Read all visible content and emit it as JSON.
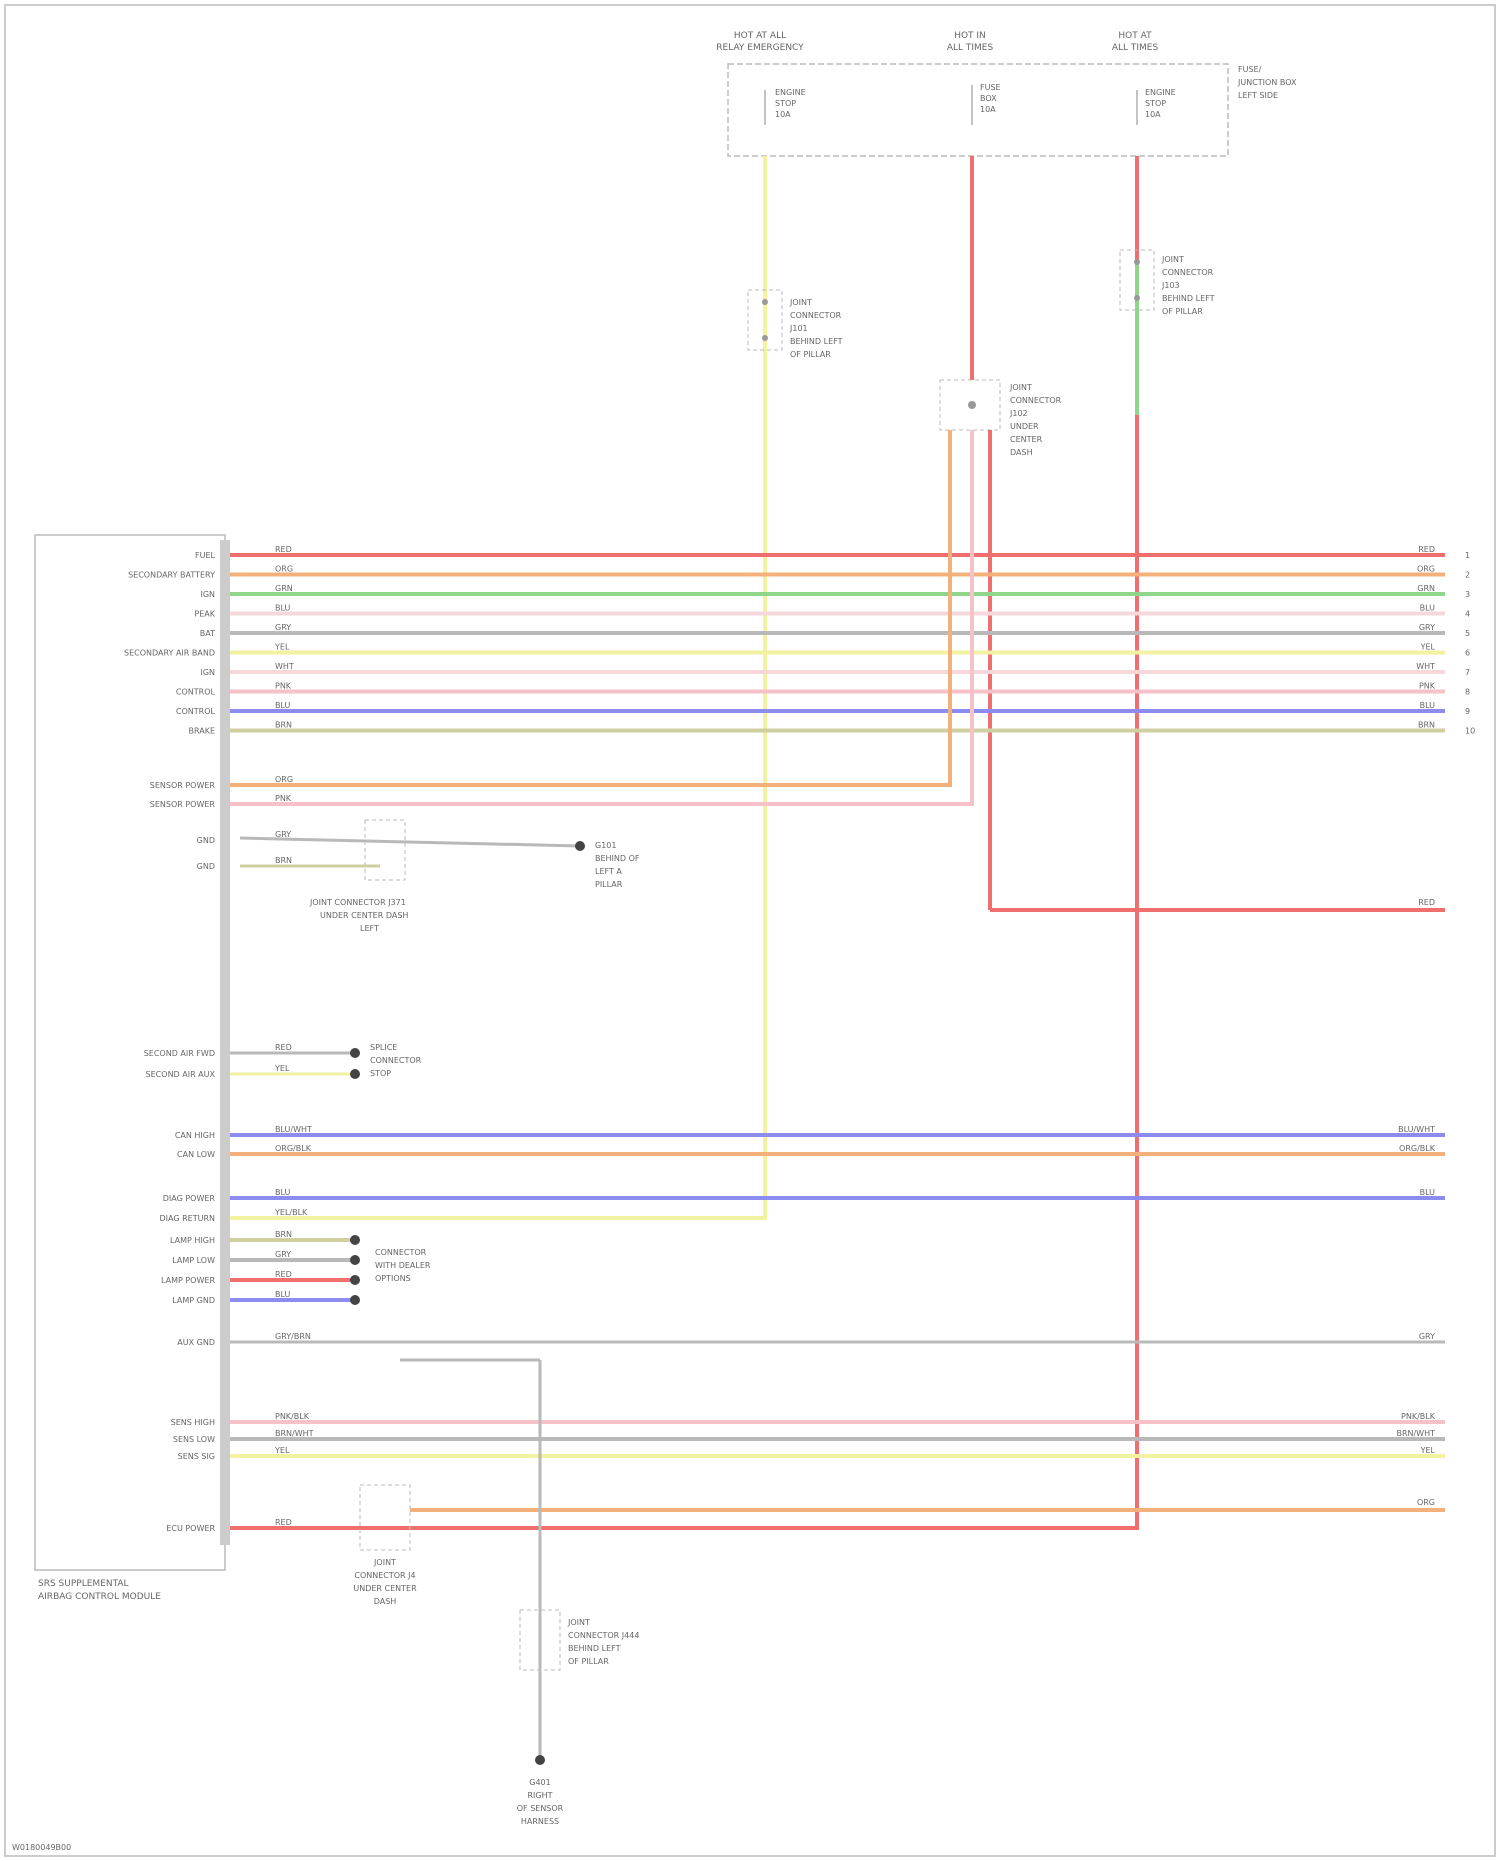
{
  "wire_colors": {
    "red": "#ef6f6f",
    "orange": "#f3b07a",
    "green": "#8fd68a",
    "yellow": "#f2f2a0",
    "pink": "#f6c2c8",
    "blue": "#8c8cf0",
    "gray": "#b9b9b9",
    "olive": "#cfcfa0",
    "lightpink": "#f5d7dc"
  },
  "top_fuses": [
    {
      "title": "HOT AT ALL\nRELAY EMERGENCY",
      "fuse": "ENGINE\nSTOP\n10A"
    },
    {
      "title": "HOT IN\nALL TIMES",
      "fuse": "FUSE\nBOX\n10A"
    },
    {
      "title": "HOT AT\nALL TIMES",
      "fuse": "ENGINE\nSTOP\n10A"
    }
  ],
  "fuse_block_label": "FUSE/\nJUNCTION BOX\nLEFT SIDE",
  "joint_connectors": {
    "jc1": "JOINT\nCONNECTOR\nJ101\nBEHIND LEFT\nOF PILLAR",
    "jc2": "JOINT\nCONNECTOR\nJ102\nUNDER\nCENTER\nDASH",
    "jc3": "JOINT\nCONNECTOR\nJ103\nBEHIND LEFT\nOF PILLAR",
    "jc_mid": "JOINT CONNECTOR J371\nUNDER CENTER DASH\nLEFT",
    "jc_bottom": "JOINT\nCONNECTOR J4\nUNDER CENTER\nDASH",
    "jc_lower": "JOINT\nCONNECTOR J444\nBEHIND LEFT\nOF PILLAR"
  },
  "module_label": "SRS SUPPLEMENTAL\nAIRBAG CONTROL MODULE",
  "left_pins": [
    {
      "name": "FUEL",
      "wire": "RED",
      "color": "red",
      "right": "RED"
    },
    {
      "name": "SECONDARY BATTERY",
      "wire": "ORG",
      "color": "orange",
      "right": "ORG"
    },
    {
      "name": "IGN",
      "wire": "GRN",
      "color": "green",
      "right": "GRN"
    },
    {
      "name": "PEAK",
      "wire": "BLU",
      "color": "lightpink",
      "right": "BLU"
    },
    {
      "name": "BAT",
      "wire": "GRY",
      "color": "gray",
      "right": "GRY"
    },
    {
      "name": "SECONDARY AIR BAND",
      "wire": "YEL",
      "color": "yellow",
      "right": "YEL"
    },
    {
      "name": "IGN",
      "wire": "WHT",
      "color": "lightpink",
      "right": "WHT"
    },
    {
      "name": "CONTROL",
      "wire": "PNK",
      "color": "pink",
      "right": "PNK"
    },
    {
      "name": "CONTROL",
      "wire": "BLU",
      "color": "blue",
      "right": "BLU"
    },
    {
      "name": "BRAKE",
      "wire": "BRN",
      "color": "olive",
      "right": "BRN"
    }
  ],
  "sensor_pins": [
    {
      "name": "SENSOR POWER",
      "wire": "ORG"
    },
    {
      "name": "SENSOR POWER",
      "wire": "PNK"
    }
  ],
  "ground_pins": [
    {
      "name": "GND",
      "wire": "GRY"
    },
    {
      "name": "GND",
      "wire": "BRN"
    }
  ],
  "ground_label": "G101\nBEHIND OF\nLEFT A\nPILLAR",
  "splice_conn_label": "SPLICE\nCONNECTOR\nSTOP",
  "splice_conn_label2": "CONNECTOR\nWITH DEALER\nOPTIONS",
  "splice_conn_label3": "CONNECTOR\nWITH DEALER\nOPTIONS",
  "data_pins": [
    {
      "name": "SECOND AIR FWD",
      "wire": "RED"
    },
    {
      "name": "SECOND AIR AUX",
      "wire": "YEL"
    }
  ],
  "can_pins": [
    {
      "name": "CAN HIGH",
      "wire": "BLU/WHT",
      "right": "BLU/WHT"
    },
    {
      "name": "CAN LOW",
      "wire": "ORG/BLK",
      "right": "ORG/BLK"
    }
  ],
  "lin_pins": [
    {
      "name": "DIAG POWER",
      "wire": "BLU",
      "right": "BLU"
    },
    {
      "name": "DIAG RETURN",
      "wire": "YEL/BLK"
    }
  ],
  "lamp_pins": [
    {
      "name": "LAMP HIGH",
      "wire": "BRN"
    },
    {
      "name": "LAMP LOW",
      "wire": "GRY"
    },
    {
      "name": "LAMP POWER",
      "wire": "RED"
    },
    {
      "name": "LAMP GND",
      "wire": "BLU"
    }
  ],
  "aux_pins": [
    {
      "name": "AUX GND",
      "wire": "GRY/BRN",
      "right": "GRY"
    }
  ],
  "bottom_pins": [
    {
      "name": "SENS HIGH",
      "wire": "PNK/BLK",
      "right": "PNK/BLK"
    },
    {
      "name": "SENS LOW",
      "wire": "BRN/WHT",
      "right": "BRN/WHT"
    },
    {
      "name": "SENS SIG",
      "wire": "YEL",
      "right": "YEL"
    }
  ],
  "last_pin": {
    "name": "ECU POWER",
    "wire": "RED",
    "right": "ORG"
  },
  "ground_bottom": "G401\nRIGHT\nOF SENSOR\nHARNESS",
  "footer": "W0180049B00"
}
